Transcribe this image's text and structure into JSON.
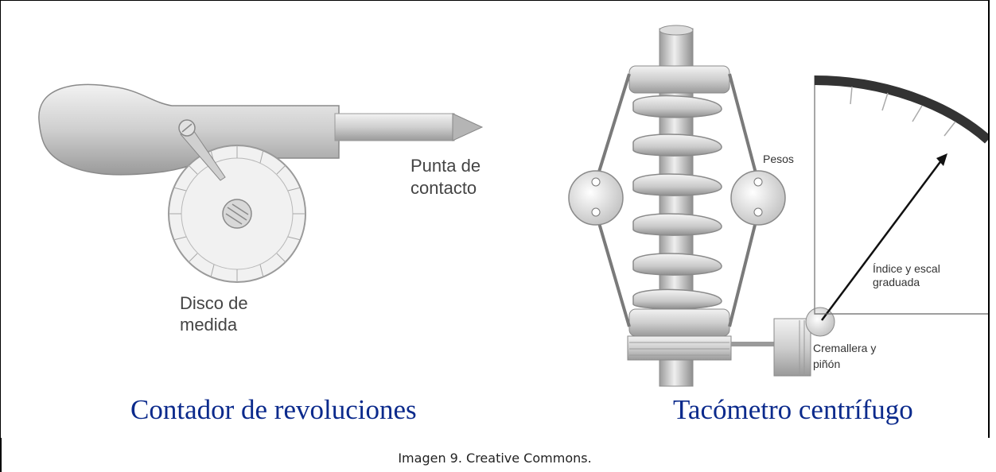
{
  "figure": {
    "left": {
      "title": "Contador de revoluciones",
      "label_tip_1": "Punta de",
      "label_tip_2": "contacto",
      "label_disc_1": "Disco de",
      "label_disc_2": "medida"
    },
    "right": {
      "title": "Tacómetro centrífugo",
      "label_weights": "Pesos",
      "label_index_1": "Índice y escal",
      "label_index_2": "graduada",
      "label_rack_1": "Cremallera y",
      "label_rack_2": "piñón"
    }
  },
  "caption": "Imagen 9. Creative Commons."
}
